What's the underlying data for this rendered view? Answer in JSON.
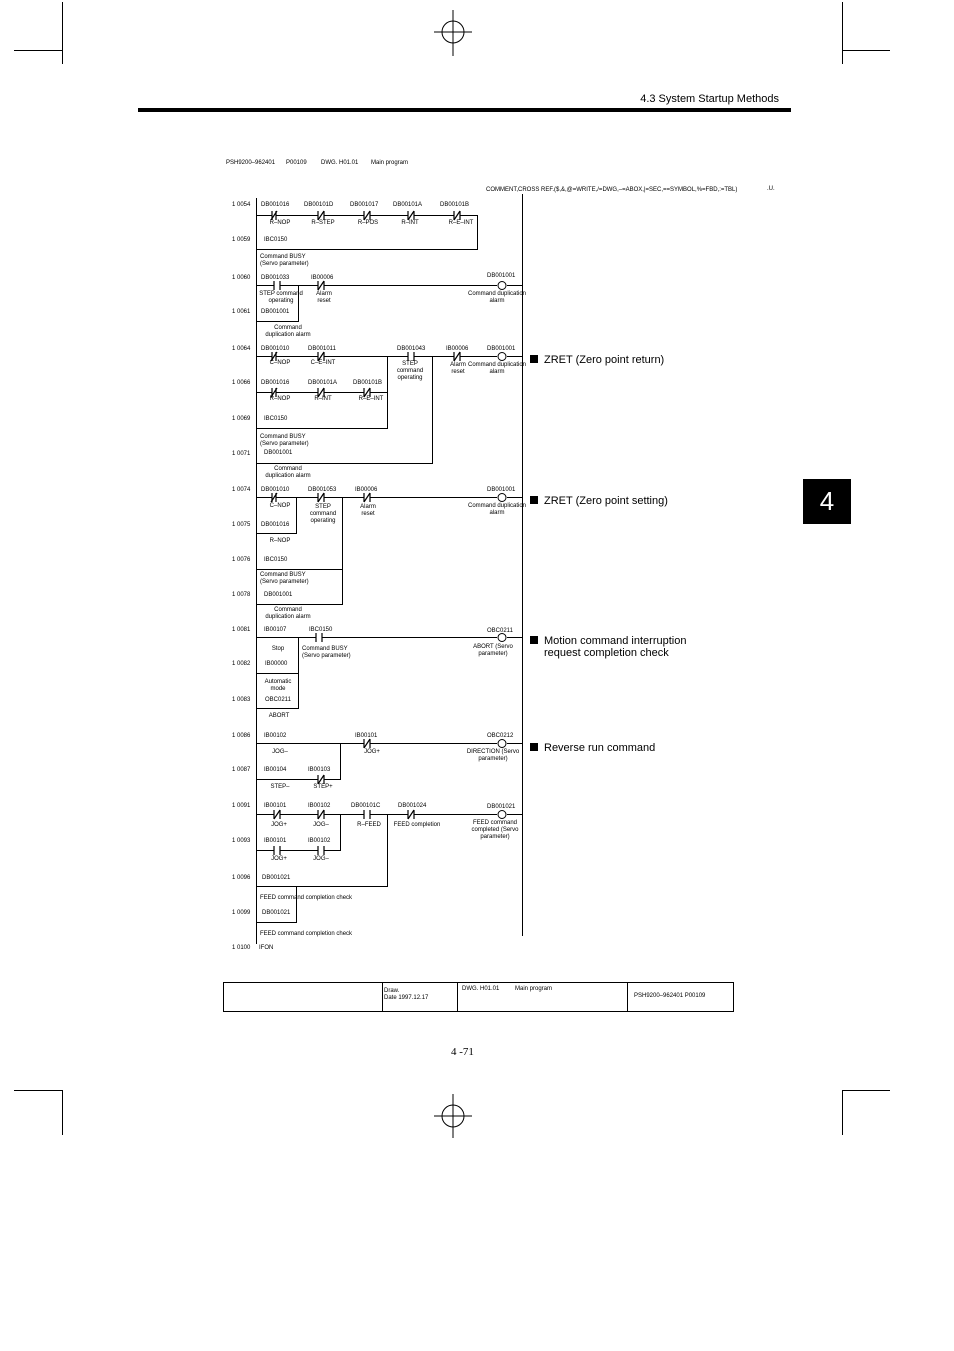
{
  "header": {
    "section_title": "4.3 System Startup Methods"
  },
  "chapter_tab": "4",
  "diagram_info": {
    "code": "PSH9200–962401",
    "page": "P00109",
    "dwg": "DWG. H01.01",
    "program": "Main program"
  },
  "cross_ref": {
    "text": "COMMENT,CROSS REF.($,&,@=WRITE,/=DWG,–=ABOX,|=SEC,==SYMBOL,%=FBD,:=TBL)",
    "j": ".U."
  },
  "rungs": [
    "1 0054",
    "1 0059",
    "1 0060",
    "1 0061",
    "1 0064",
    "1 0066",
    "1 0069",
    "1 0071",
    "1 0074",
    "1 0075",
    "1 0076",
    "1 0078",
    "1 0081",
    "1 0082",
    "1 0083",
    "1 0086",
    "1 0087",
    "1 0091",
    "1 0093",
    "1 0096",
    "1 0099",
    "1 0100"
  ],
  "labels": {
    "r54": [
      "DB001016",
      "DB00101D",
      "DB001017",
      "DB00101A",
      "DB00101B"
    ],
    "r54c": [
      "R–NOP",
      "R–STEP",
      "R–POS",
      "R–INT",
      "R–E–INT"
    ],
    "r59": "IBC0150",
    "r59c": "Command BUSY (Servo parameter)",
    "r60": [
      "DB001033",
      "IB00006",
      "DB001001"
    ],
    "r60c": [
      "STEP command operating",
      "Alarm reset",
      "Command duplication alarm"
    ],
    "r61": "DB001001",
    "r61c": "Command duplication alarm",
    "r64": [
      "DB001010",
      "DB001011",
      "DB001043",
      "IB00006",
      "DB001001"
    ],
    "r64c": [
      "C–NOP",
      "C–E–INT",
      "STEP command operating",
      "Alarm reset",
      "Command duplication alarm"
    ],
    "r66": [
      "DB001016",
      "DB00101A",
      "DB00101B"
    ],
    "r66c": [
      "R–NOP",
      "R–INT",
      "R–E–INT"
    ],
    "r69": "IBC0150",
    "r69c": "Command BUSY (Servo parameter)",
    "r71": "DB001001",
    "r71c": "Command duplication alarm",
    "r74": [
      "DB001010",
      "DB001053",
      "IB00006",
      "DB001001"
    ],
    "r74c": [
      "C–NOP",
      "STEP command operating",
      "Alarm reset",
      "Command duplication alarm"
    ],
    "r75": "DB001016",
    "r75c": "R–NOP",
    "r76": "IBC0150",
    "r76c": "Command BUSY (Servo parameter)",
    "r78": "DB001001",
    "r78c": "Command duplication alarm",
    "r81": [
      "IB00107",
      "IBC0150",
      "OBC0211"
    ],
    "r81c": [
      "Stop",
      "Command BUSY (Servo parameter)",
      "ABORT (Servo parameter)"
    ],
    "r82": "IB00000",
    "r82c": "Automatic mode",
    "r83": "OBC0211",
    "r83c": "ABORT",
    "r86": [
      "IB00102",
      "IB00101",
      "OBC0212"
    ],
    "r86c": [
      "JOG–",
      "JOG+",
      "DIRECTION (Servo parameter)"
    ],
    "r87": [
      "IB00104",
      "IB00103"
    ],
    "r87c": [
      "STEP–",
      "STEP+"
    ],
    "r91": [
      "IB00101",
      "IB00102",
      "DB00101C",
      "DB001024",
      "DB001021"
    ],
    "r91c": [
      "JOG+",
      "JOG–",
      "R–FEED",
      "FEED completion",
      "FEED command completed (Servo parameter)"
    ],
    "r93": [
      "IB00101",
      "IB00102"
    ],
    "r93c": [
      "JOG+",
      "JOG–"
    ],
    "r96": "DB001021",
    "r96c": "FEED command completion check",
    "r99": "DB001021",
    "r99c": "FEED command completion check",
    "r100": "IFON"
  },
  "descriptions": [
    {
      "line1": "ZRET (Zero point return)",
      "line2": ""
    },
    {
      "line1": "ZRET (Zero point setting)",
      "line2": ""
    },
    {
      "line1": "Motion command interruption",
      "line2": "request completion check"
    },
    {
      "line1": "Reverse run command",
      "line2": ""
    }
  ],
  "footer": {
    "draw": "Draw.",
    "date": "Date  1997.12.17",
    "dwg": "DWG.  H01.01",
    "program": "Main program",
    "code": "PSH9200–962401   P00109"
  },
  "page_number": "4 -71"
}
